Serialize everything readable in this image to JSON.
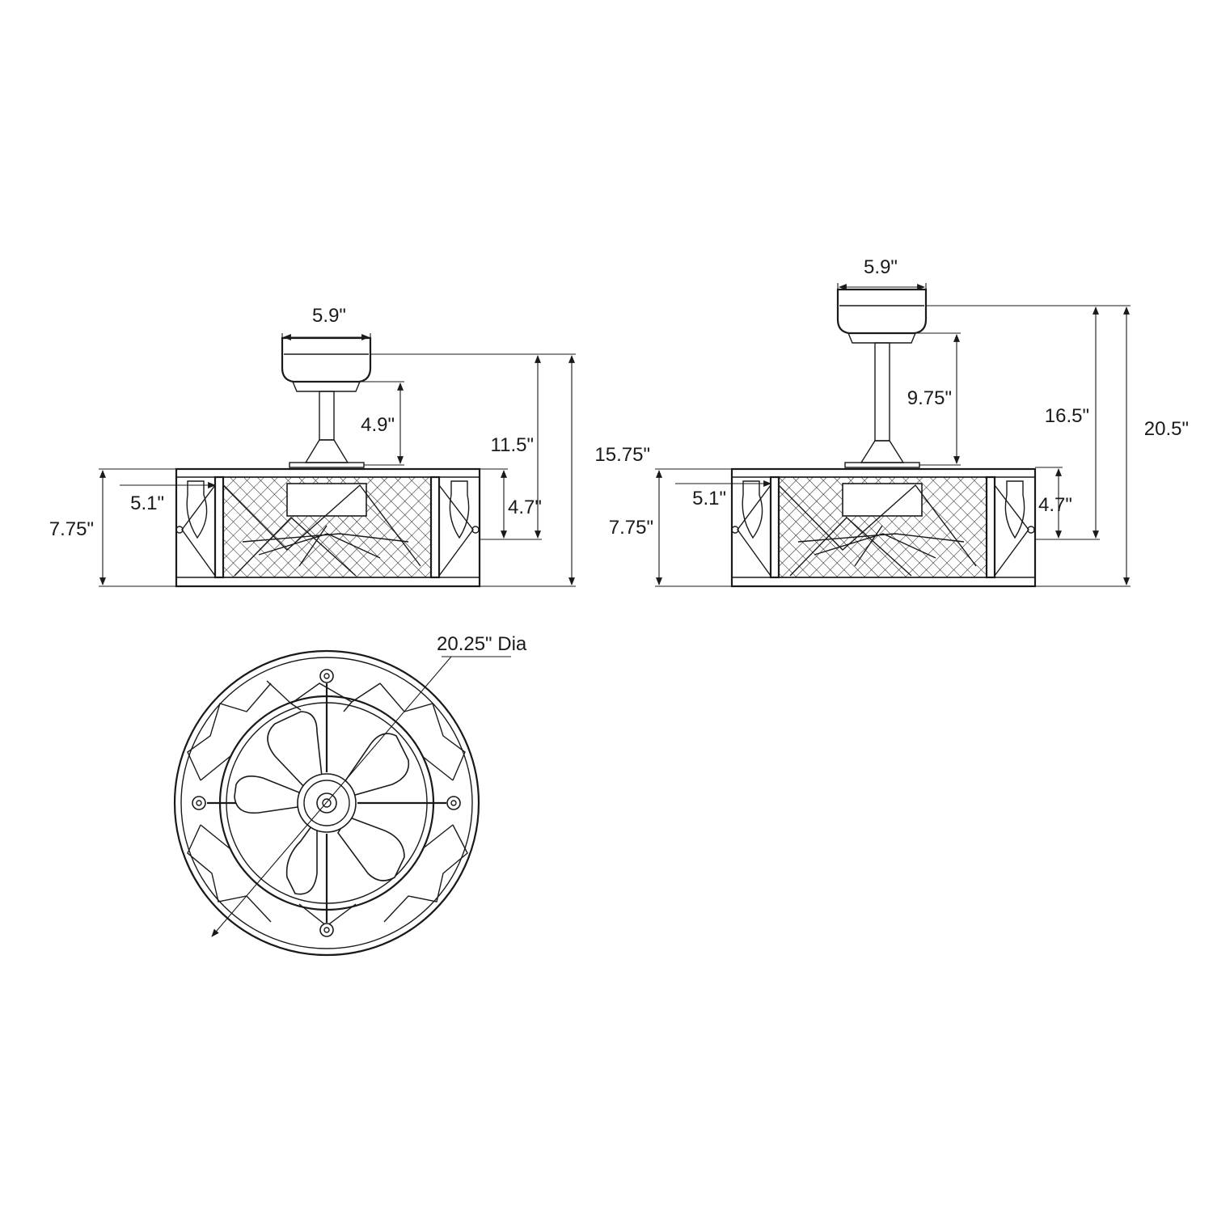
{
  "left_view": {
    "canopy_width": "5.9\"",
    "downrod_length": "4.9\"",
    "canopy_to_fan_top": "11.5\"",
    "overall_height": "15.75\"",
    "body_height": "7.75\"",
    "side_offset": "5.1\"",
    "upper_section": "4.7\""
  },
  "right_view": {
    "canopy_width": "5.9\"",
    "downrod_length": "9.75\"",
    "canopy_to_fan_top": "16.5\"",
    "overall_height": "20.5\"",
    "body_height": "7.75\"",
    "side_offset": "5.1\"",
    "upper_section": "4.7\""
  },
  "bottom_view": {
    "diameter": "20.25\" Dia"
  },
  "colors": {
    "line": "#1a1a1a",
    "background": "#ffffff"
  }
}
